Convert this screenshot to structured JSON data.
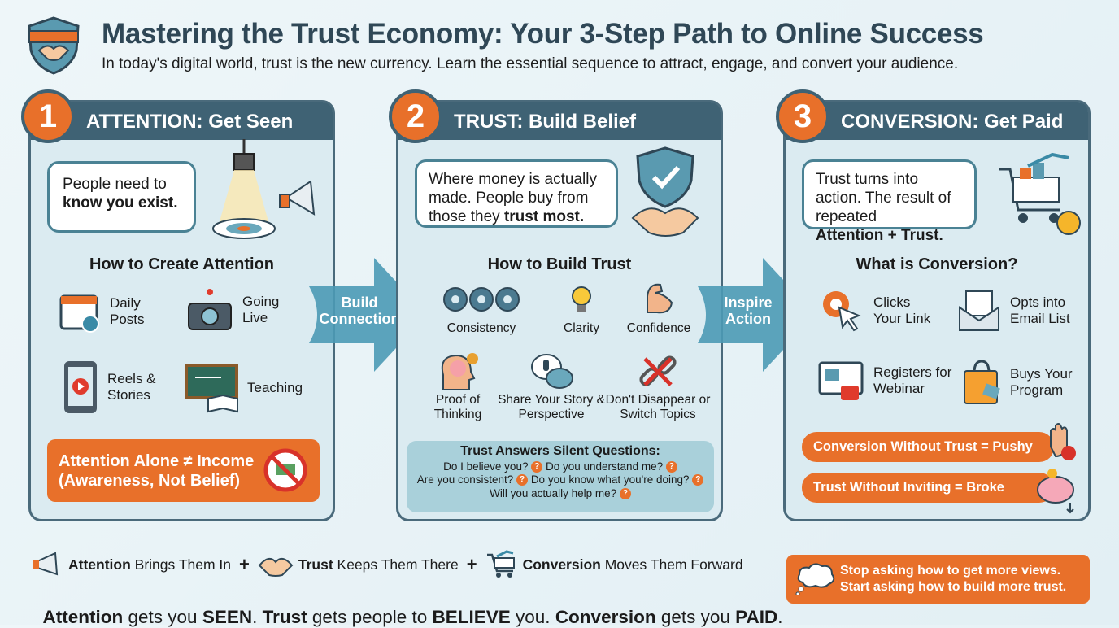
{
  "header": {
    "title": "Mastering the Trust Economy: Your 3-Step Path to Online Success",
    "subtitle": "In today's digital world, trust is the new currency. Learn the essential sequence to attract, engage, and convert your audience."
  },
  "steps": [
    {
      "number": "1",
      "title": "ATTENTION: Get Seen",
      "bubble_plain": "People need to",
      "bubble_bold": "know you exist.",
      "section": "How to Create Attention",
      "items": [
        {
          "label": "Daily Posts",
          "icon": "calendar-icon"
        },
        {
          "label": "Going Live",
          "icon": "camera-icon"
        },
        {
          "label": "Reels & Stories",
          "icon": "phone-video-icon"
        },
        {
          "label": "Teaching",
          "icon": "chalkboard-icon"
        }
      ],
      "callout": [
        "Attention Alone ≠ Income",
        "(Awareness, Not Belief)"
      ]
    },
    {
      "number": "2",
      "title": "TRUST: Build Belief",
      "bubble_plain": "Where money is actually made. People buy from those they",
      "bubble_bold": "trust most.",
      "section": "How to Build Trust",
      "items": [
        {
          "label": "Consistency",
          "icon": "gears-icon"
        },
        {
          "label": "Clarity",
          "icon": "lightbulb-icon"
        },
        {
          "label": "Confidence",
          "icon": "muscle-icon"
        },
        {
          "label": "Proof of Thinking",
          "icon": "brain-icon"
        },
        {
          "label": "Share Your Story & Perspective",
          "icon": "chat-icon"
        },
        {
          "label": "Don't Disappear or Switch Topics",
          "icon": "broken-link-icon"
        }
      ],
      "questions_title": "Trust Answers Silent Questions:",
      "questions": [
        "Do I believe you?",
        "Do you understand me?",
        "Are you consistent?",
        "Do you know what you're doing?",
        "Will you actually help me?"
      ]
    },
    {
      "number": "3",
      "title": "CONVERSION: Get Paid",
      "bubble_plain": "Trust turns into action. The result of repeated",
      "bubble_bold": "Attention + Trust.",
      "section": "What is Conversion?",
      "items": [
        {
          "label": "Clicks Your Link",
          "icon": "cursor-click-icon"
        },
        {
          "label": "Opts into Email List",
          "icon": "envelope-icon"
        },
        {
          "label": "Registers for Webinar",
          "icon": "webinar-icon"
        },
        {
          "label": "Buys Your Program",
          "icon": "shopping-bag-icon"
        }
      ],
      "warnings": [
        "Conversion Without Trust = Pushy",
        "Trust Without Inviting = Broke"
      ]
    }
  ],
  "arrows": [
    "Build Connection",
    "Inspire Action"
  ],
  "footer": {
    "formula": [
      {
        "bold": "Attention",
        "rest": "Brings Them In"
      },
      {
        "bold": "Trust",
        "rest": "Keeps Them There"
      },
      {
        "bold": "Conversion",
        "rest": "Moves Them Forward"
      }
    ],
    "plus": "+",
    "summary": [
      {
        "bold": "Attention",
        "rest": " gets you "
      },
      {
        "bold": "SEEN",
        "rest": ". "
      },
      {
        "bold": "Trust",
        "rest": " gets people to "
      },
      {
        "bold": "BELIEVE",
        "rest": " you. "
      },
      {
        "bold": "Conversion",
        "rest": " gets you "
      },
      {
        "bold": "PAID",
        "rest": "."
      }
    ],
    "tip": [
      "Stop asking how to get more views.",
      "Start asking how to build more trust."
    ]
  },
  "colors": {
    "orange": "#e8702a",
    "slate": "#3f6274",
    "panel": "#dbebf1",
    "teal": "#4a8294"
  }
}
